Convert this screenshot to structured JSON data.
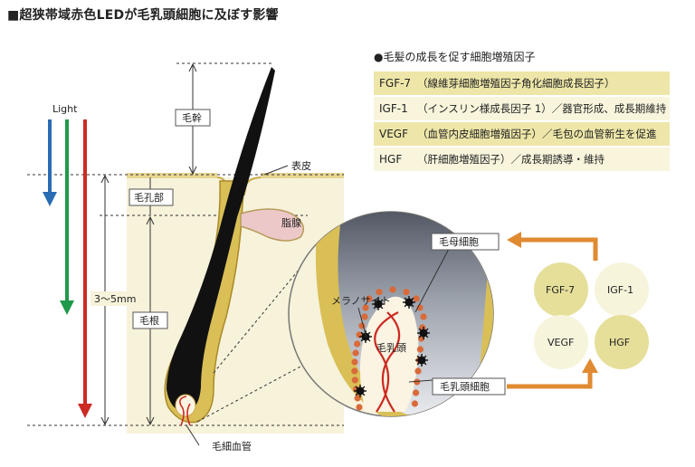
{
  "title": "■超狭帯域赤色LEDが毛乳頭細胞に及ぼす影響",
  "factors": {
    "heading": "●毛髪の成長を促す細胞増殖因子",
    "rows": [
      {
        "abbr": "FGF-7",
        "desc": "（線維芽細胞増殖因子角化細胞成長因子）",
        "color": "#ede6a8"
      },
      {
        "abbr": "IGF-1",
        "desc": "（インスリン様成長因子 1）／器官形成、成長期維持",
        "color": "#f8f5dc"
      },
      {
        "abbr": "VEGF",
        "desc": "（血管内皮細胞増殖因子）／毛包の血管新生を促進",
        "color": "#ede6a8"
      },
      {
        "abbr": "HGF",
        "desc": "（肝細胞増殖因子）／成長期誘導・維持",
        "color": "#f8f5dc"
      }
    ]
  },
  "labels": {
    "light": "Light",
    "shaft": "毛幹",
    "epidermis": "表皮",
    "pore": "毛孔部",
    "sebaceous": "脂腺",
    "root": "毛根",
    "depth": "3～5mm",
    "capillary": "毛細血管",
    "matrix": "毛母細胞",
    "melanocyte": "メラノサイト",
    "papilla": "毛乳頭",
    "papilla_cell": "毛乳頭細胞"
  },
  "circles": [
    {
      "label": "FGF-7",
      "color": "#e6df9a"
    },
    {
      "label": "IGF-1",
      "color": "#f7f4dc"
    },
    {
      "label": "VEGF",
      "color": "#f7f4dc"
    },
    {
      "label": "HGF",
      "color": "#e6df9a"
    }
  ],
  "colors": {
    "blue": "#2a6cb4",
    "green": "#1f9a4a",
    "red": "#cc2a22",
    "skin": "#f6f0d4",
    "skin_edge": "#c9a94a",
    "orange": "#e08a32",
    "hair": "#111111"
  }
}
